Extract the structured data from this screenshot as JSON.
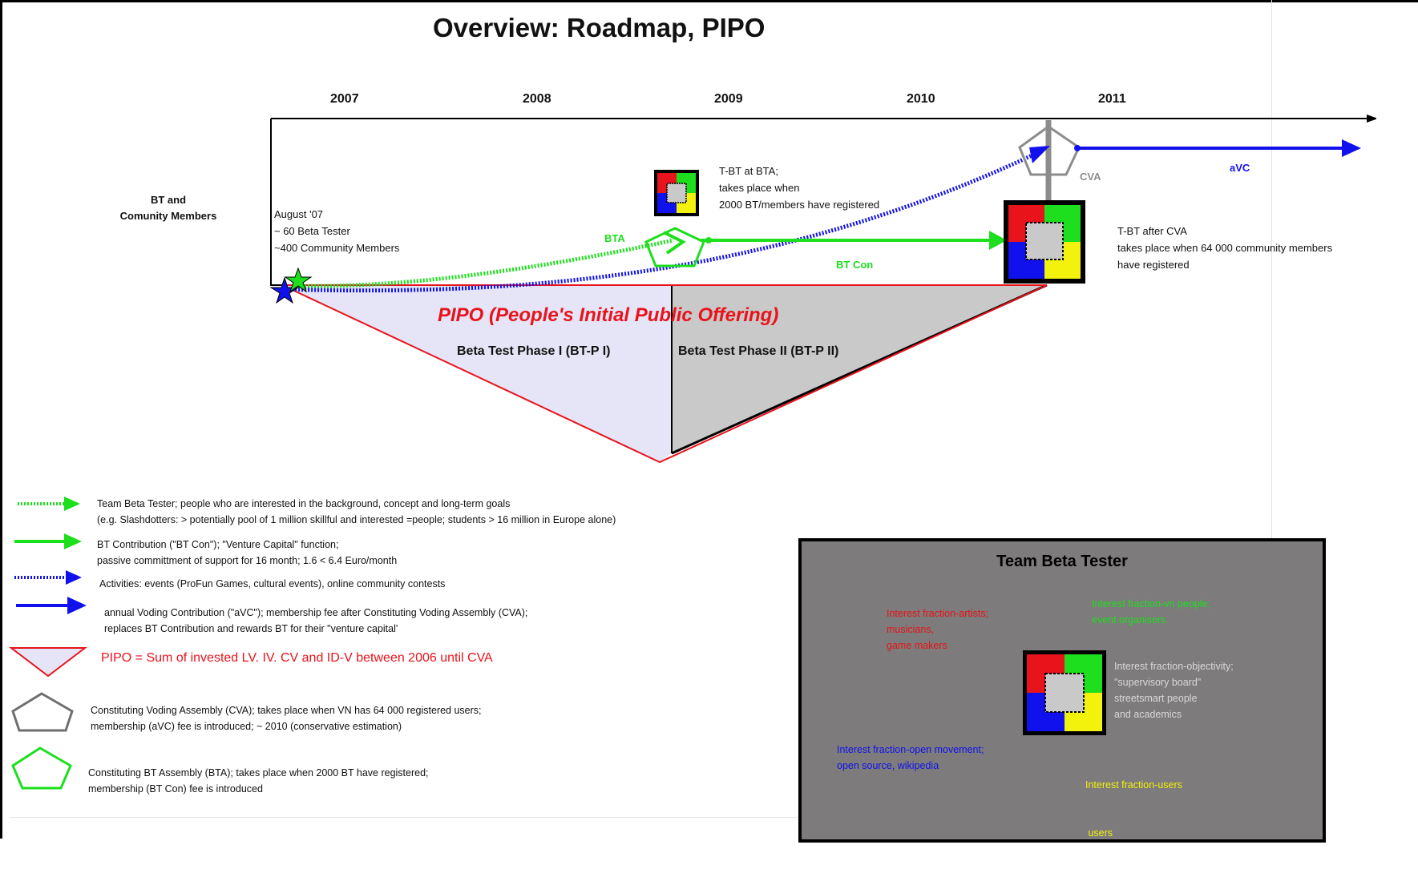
{
  "title": "Overview: Roadmap, PIPO",
  "years": [
    "2007",
    "2008",
    "2009",
    "2010",
    "2011"
  ],
  "left_label": [
    "BT and",
    "Comunity Members"
  ],
  "start_note": [
    "August '07",
    "~ 60 Beta Tester",
    "~400 Community Members"
  ],
  "tbt_bta_note": [
    "T-BT at BTA;",
    "takes place when",
    "2000 BT/members have registered"
  ],
  "tbt_cva_note": [
    "T-BT after CVA",
    "takes place when 64 000 community members",
    "have registered"
  ],
  "labels": {
    "bta": "BTA",
    "bt_con": "BT Con",
    "cva": "CVA",
    "avc": "aVC"
  },
  "pipo_title": "PIPO (People's Initial Public Offering)",
  "phase1": "Beta Test Phase I (BT-P I)",
  "phase2": "Beta Test Phase II (BT-P II)",
  "legend": [
    {
      "icon": "green-dotted-arrow-icon",
      "lines": [
        "Team Beta Tester; people who are interested in the background, concept and long-term goals",
        "(e.g. Slashdotters: > potentially pool of 1 million skillful and interested =people; students > 16 million in Europe alone)"
      ]
    },
    {
      "icon": "green-arrow-icon",
      "lines": [
        "BT Contribution (\"BT Con\");  \"Venture Capital\" function;",
        "passive committment of support for 16 month; 1.6 < 6.4 Euro/month"
      ]
    },
    {
      "icon": "blue-dotted-arrow-icon",
      "lines": [
        "Activities: events (ProFun Games, cultural events), online community contests"
      ]
    },
    {
      "icon": "blue-arrow-icon",
      "lines": [
        "annual Voding Contribution (\"aVC\"); membership fee after Constituting Voding Assembly (CVA);",
        "replaces BT Contribution and rewards BT for their \"venture capital'"
      ]
    },
    {
      "icon": "red-triangle-icon",
      "lines": [
        "PIPO = Sum of invested LV. IV. CV and ID-V between 2006 until CVA"
      ]
    },
    {
      "icon": "grey-pentagon-icon",
      "lines": [
        "Constituting Voding Assembly (CVA); takes place when VN has 64 000 registered users;",
        "membership (aVC) fee is introduced; ~ 2010 (conservative estimation)"
      ]
    },
    {
      "icon": "green-pentagon-icon",
      "lines": [
        "Constituting BT Assembly (BTA); takes place when 2000 BT have registered;",
        "membership (BT Con) fee is introduced"
      ]
    }
  ],
  "team_box": {
    "title": "Team Beta Tester",
    "artists": [
      "Interest fraction-artists;",
      "musicians,",
      "game makers"
    ],
    "vn": [
      "Interest fraction-vn people;",
      "event organisers"
    ],
    "objectivity": [
      "Interest fraction-objectivity;",
      "\"supervisory board\"",
      "streetsmart people",
      "and academics"
    ],
    "open": [
      "Interest fraction-open movement;",
      "open source, wikipedia"
    ],
    "users": [
      "Interest fraction-users",
      " users"
    ]
  },
  "colors": {
    "red": "#e8131b",
    "green": "#1ddf1d",
    "blue": "#1111ee",
    "grey": "#8c8c8c",
    "yellow": "#f2f20c",
    "phase1_fill": "#e5e5f7",
    "phase2_fill": "#c9c9c9",
    "box": "#7d7b7b"
  }
}
